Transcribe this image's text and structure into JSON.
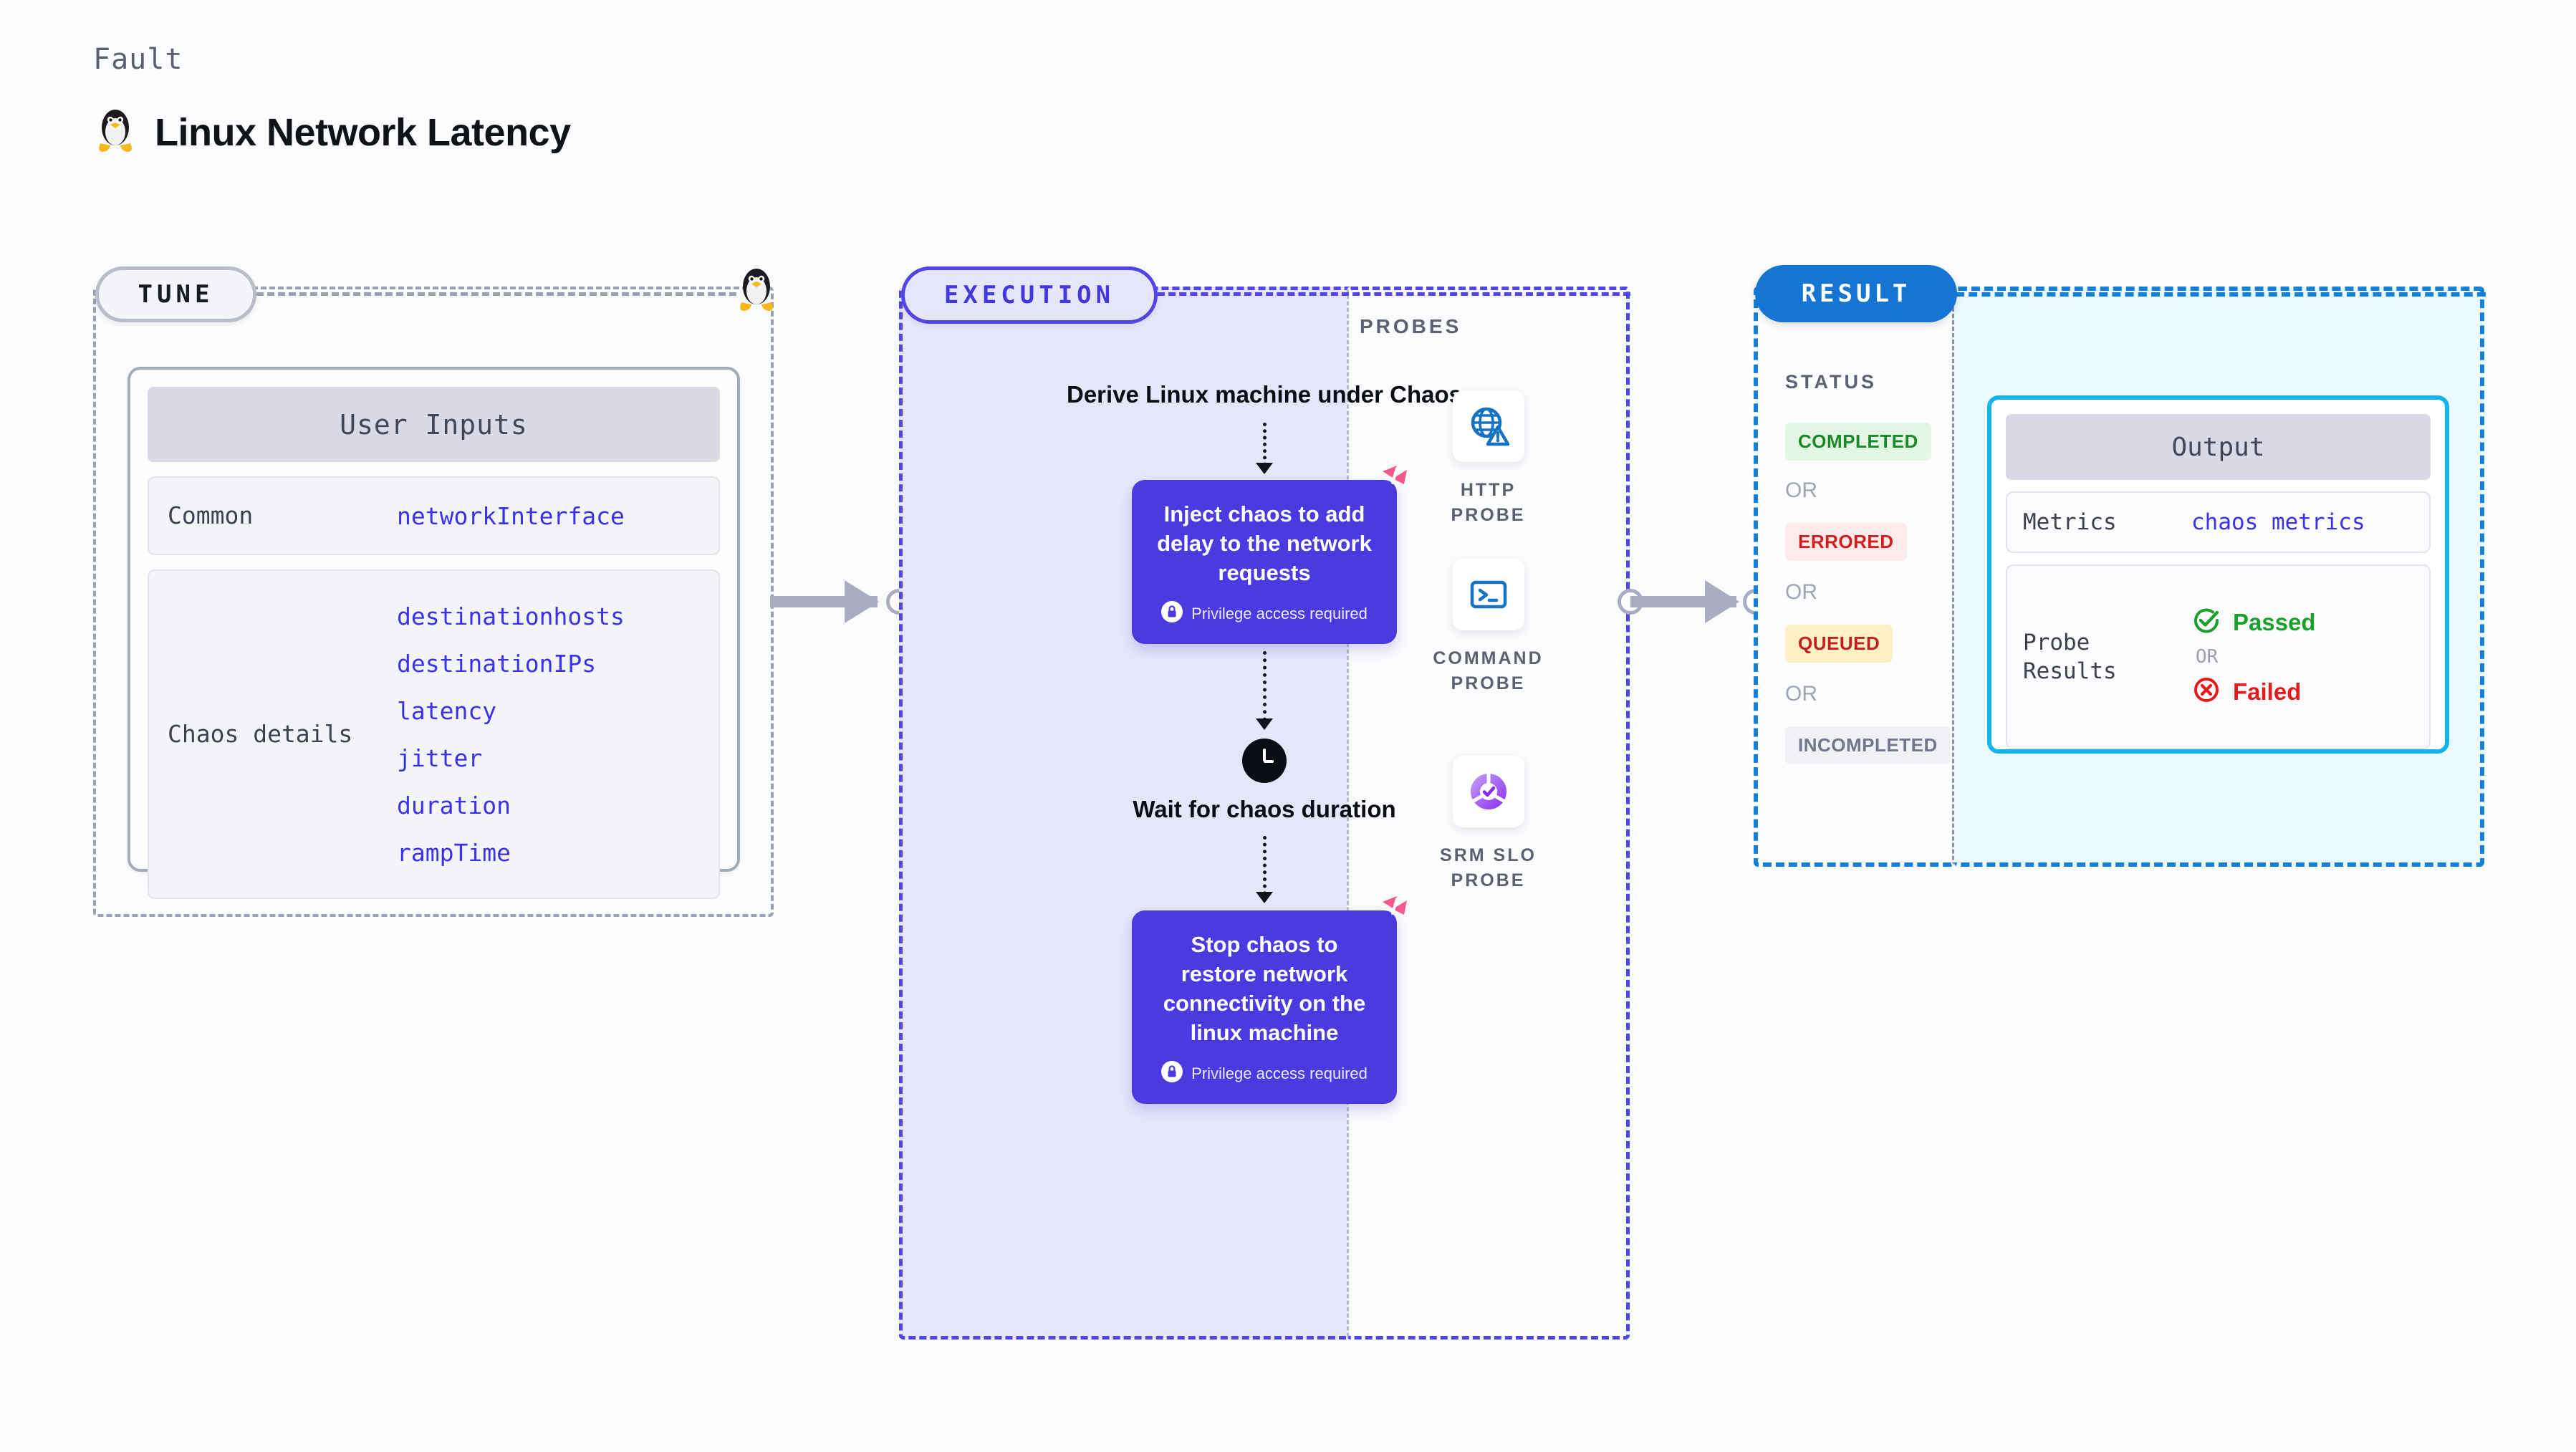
{
  "header": {
    "eyebrow": "Fault",
    "title": "Linux Network Latency",
    "icon": "linux-penguin-icon"
  },
  "tune": {
    "badge": "TUNE",
    "card_title": "User Inputs",
    "rows": [
      {
        "label": "Common",
        "values": [
          "networkInterface"
        ]
      },
      {
        "label": "Chaos details",
        "values": [
          "destinationhosts",
          "destinationIPs",
          "latency",
          "jitter",
          "duration",
          "rampTime"
        ]
      }
    ]
  },
  "execution": {
    "badge": "EXECUTION",
    "steps": {
      "derive_title": "Derive Linux machine under Chaos",
      "inject_card": {
        "text": "Inject chaos to add delay to the network requests",
        "privilege": "Privilege access required",
        "badge_icon": "harness-logo-icon",
        "lock_icon": "lock-icon"
      },
      "wait_title": "Wait for chaos duration",
      "wait_icon": "clock-icon",
      "stop_card": {
        "text": "Stop chaos to restore network connectivity on the linux machine",
        "privilege": "Privilege access required",
        "badge_icon": "harness-logo-icon",
        "lock_icon": "lock-icon"
      }
    }
  },
  "probes": {
    "label": "PROBES",
    "items": [
      {
        "label": "HTTP PROBE",
        "icon": "globe-warning-icon"
      },
      {
        "label": "COMMAND PROBE",
        "icon": "terminal-icon"
      },
      {
        "label": "SRM SLO PROBE",
        "icon": "slo-gauge-check-icon"
      }
    ]
  },
  "result": {
    "badge": "RESULT",
    "status_label": "STATUS",
    "or_label": "OR",
    "statuses": [
      {
        "text": "COMPLETED",
        "bg": "#e2f6e3",
        "fg": "#19892a"
      },
      {
        "text": "ERRORED",
        "bg": "#fdebeb",
        "fg": "#cf2020"
      },
      {
        "text": "QUEUED",
        "bg": "#fdf0c7",
        "fg": "#c22020"
      },
      {
        "text": "INCOMPLETED",
        "bg": "#f1f2f6",
        "fg": "#71768a"
      }
    ],
    "output": {
      "title": "Output",
      "metrics_label": "Metrics",
      "metrics_value": "chaos metrics",
      "probe_results_label": "Probe Results",
      "passed": "Passed",
      "failed": "Failed",
      "or_label": "OR",
      "passed_icon": "check-circle-icon",
      "failed_icon": "x-circle-icon"
    }
  },
  "connectors": {
    "tune_to_execution": "arrow-right",
    "probes_to_result": "arrow-right"
  },
  "colors": {
    "accent_purple": "#4a3ae0",
    "accent_blue": "#1476d2",
    "accent_cyan": "#14b4e8",
    "link_blue": "#3a32e8",
    "pink": "#f4588e"
  }
}
